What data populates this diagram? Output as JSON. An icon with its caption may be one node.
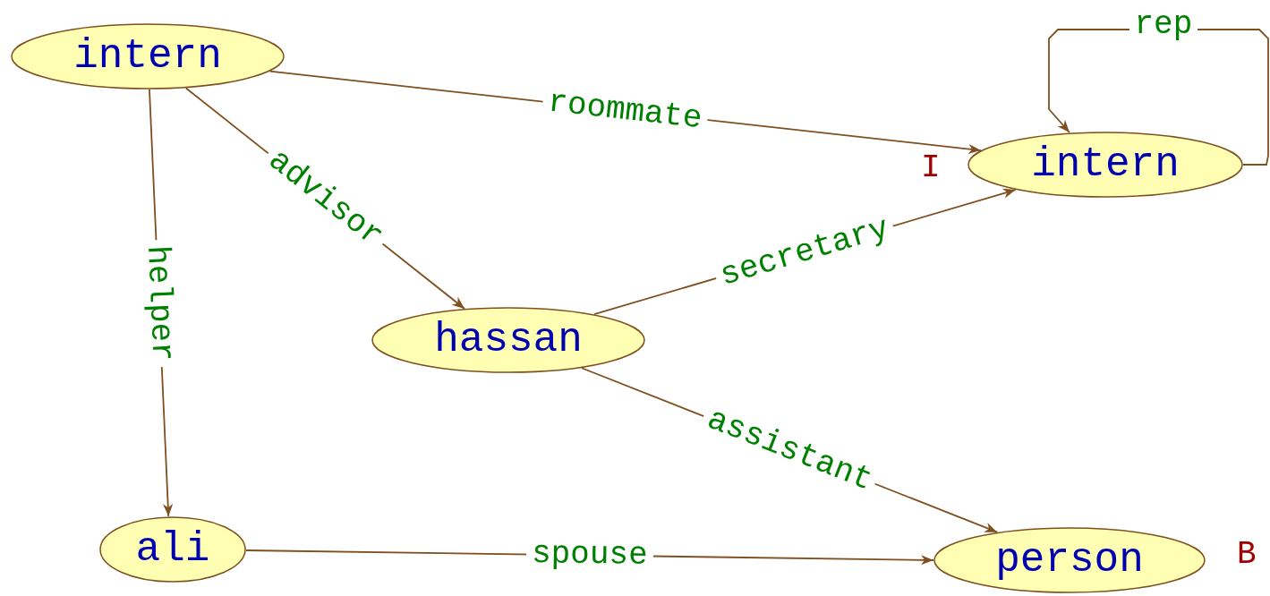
{
  "diagram": {
    "nodes": [
      {
        "text": [
          "intern"
        ]
      },
      {
        "text": [
          "intern"
        ],
        "beside": [
          "I"
        ]
      },
      {
        "text": [
          "hassan"
        ]
      },
      {
        "text": [
          "ali"
        ]
      },
      {
        "text": [
          "person"
        ],
        "beside": [
          "B"
        ]
      }
    ],
    "edges": [
      {
        "from": 0,
        "to": 1,
        "arrow": "to",
        "label": "roommate"
      },
      {
        "from": 0,
        "to": 2,
        "arrow": "to",
        "label": "advisor"
      },
      {
        "from": 0,
        "to": 3,
        "arrow": "to",
        "label": "helper"
      },
      {
        "from": 2,
        "to": 1,
        "arrow": "to",
        "label": "secretary"
      },
      {
        "from": 2,
        "to": 4,
        "arrow": "to",
        "label": "assistant"
      },
      {
        "from": 3,
        "to": 4,
        "arrow": "to",
        "label": "spouse"
      },
      {
        "from": 1,
        "to": 1,
        "arrow": "to",
        "label": "rep"
      }
    ]
  }
}
